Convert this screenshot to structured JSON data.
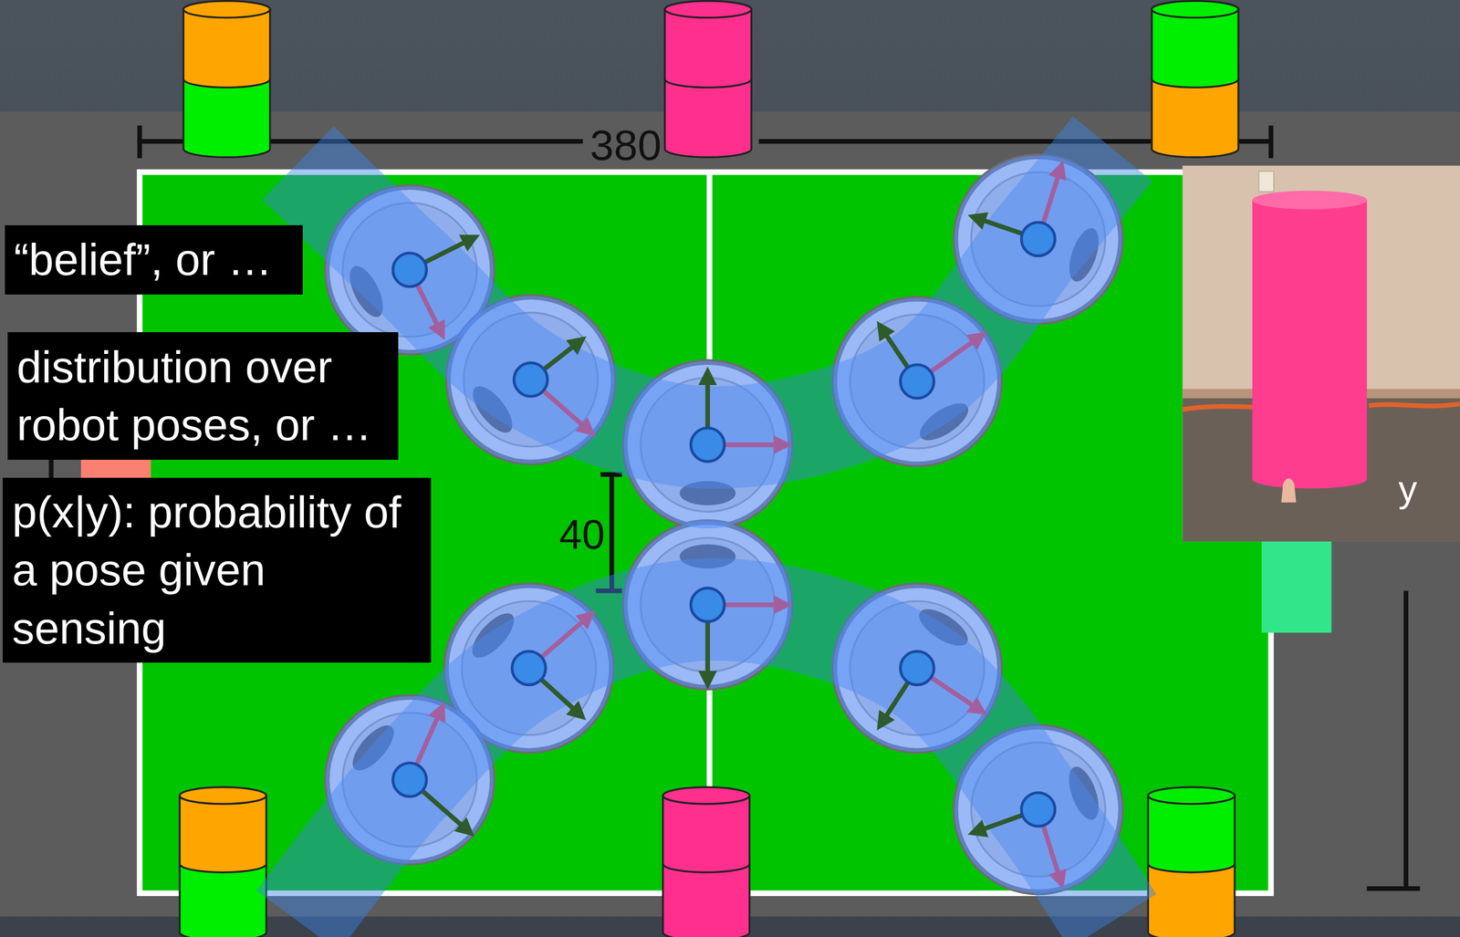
{
  "diagram": {
    "nodes": [
      {
        "text": [
          "“belief”, or …"
        ]
      },
      {
        "text": [
          "distribution over robot poses, or …"
        ]
      },
      {
        "text": [
          "p(x|y): probability of a pose given sensing"
        ]
      }
    ],
    "labels": [
      "380",
      "40",
      "y"
    ]
  }
}
